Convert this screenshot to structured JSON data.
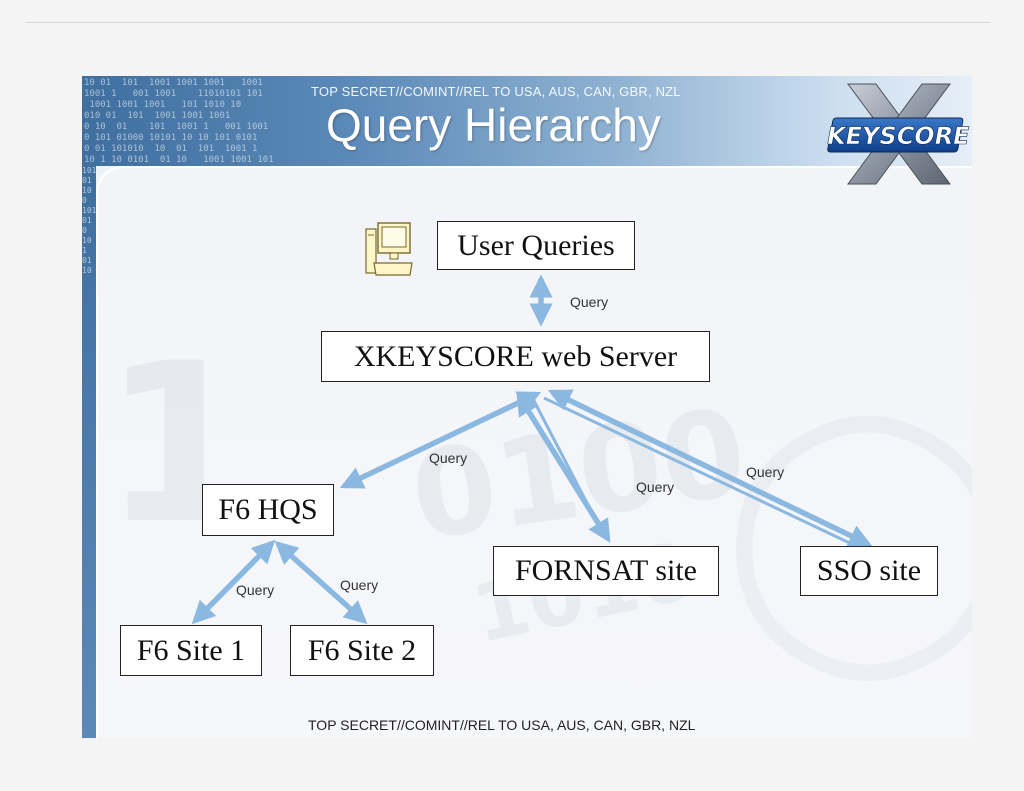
{
  "header": {
    "classification": "TOP SECRET//COMINT//REL TO USA, AUS, CAN, GBR, NZL",
    "title": "Query Hierarchy",
    "logo_text": "KEYSCORE"
  },
  "diagram": {
    "nodes": {
      "user_queries": "User Queries",
      "web_server": "XKEYSCORE web Server",
      "f6_hqs": "F6 HQS",
      "fornsat_site": "FORNSAT site",
      "sso_site": "SSO site",
      "f6_site_1": "F6 Site 1",
      "f6_site_2": "F6 Site 2"
    },
    "edges": [
      {
        "from": "user_queries",
        "to": "web_server",
        "label": "Query",
        "direction": "both"
      },
      {
        "from": "web_server",
        "to": "f6_hqs",
        "label": "Query",
        "direction": "both"
      },
      {
        "from": "web_server",
        "to": "fornsat_site",
        "label": "Query",
        "direction": "both"
      },
      {
        "from": "web_server",
        "to": "sso_site",
        "label": "Query",
        "direction": "both"
      },
      {
        "from": "f6_hqs",
        "to": "f6_site_1",
        "label": "Query",
        "direction": "both"
      },
      {
        "from": "f6_hqs",
        "to": "f6_site_2",
        "label": "Query",
        "direction": "both"
      }
    ],
    "arrow_color": "#8ab8e0"
  },
  "footer": {
    "classification": "TOP SECRET//COMINT//REL TO USA, AUS, CAN, GBR, NZL"
  }
}
